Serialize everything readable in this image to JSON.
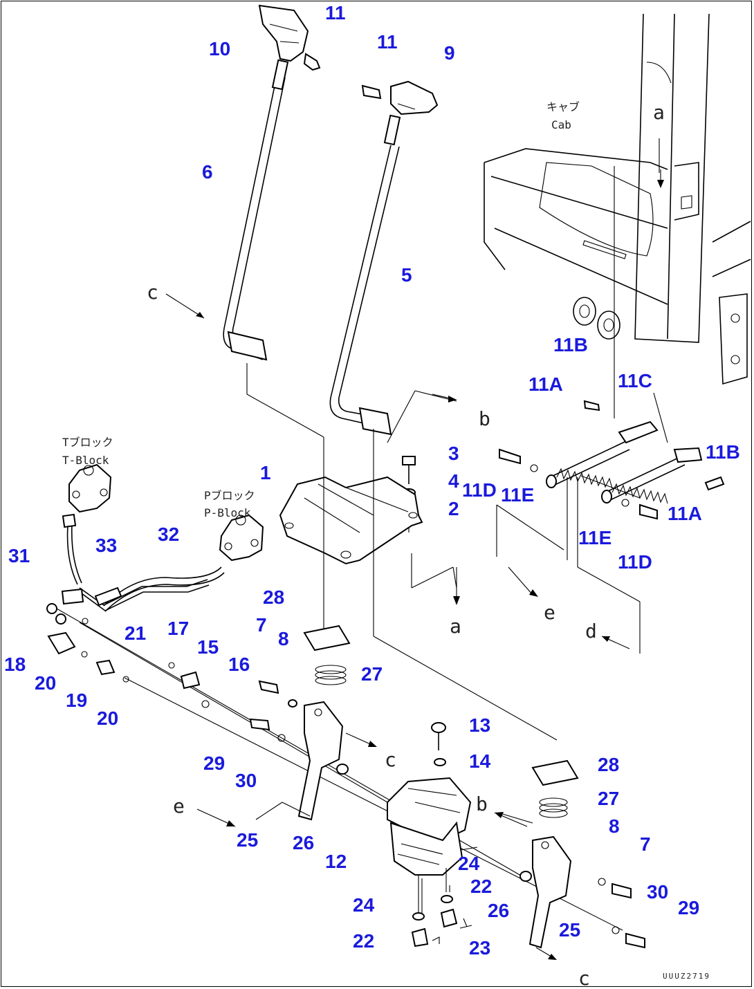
{
  "labels": {
    "n1": "1",
    "n2": "2",
    "n3": "3",
    "n4": "4",
    "n5": "5",
    "n6": "6",
    "n7a": "7",
    "n7b": "7",
    "n8a": "8",
    "n8b": "8",
    "n9": "9",
    "n10": "10",
    "n11a": "11",
    "n11b": "11",
    "n11A_a": "11A",
    "n11A_b": "11A",
    "n11B_a": "11B",
    "n11B_b": "11B",
    "n11C": "11C",
    "n11D_a": "11D",
    "n11D_b": "11D",
    "n11E_a": "11E",
    "n11E_b": "11E",
    "n12": "12",
    "n13": "13",
    "n14": "14",
    "n15": "15",
    "n16": "16",
    "n17": "17",
    "n18": "18",
    "n19": "19",
    "n20a": "20",
    "n20b": "20",
    "n21": "21",
    "n22a": "22",
    "n22b": "22",
    "n23": "23",
    "n24a": "24",
    "n24b": "24",
    "n25a": "25",
    "n25b": "25",
    "n26a": "26",
    "n26b": "26",
    "n27a": "27",
    "n27b": "27",
    "n28a": "28",
    "n28b": "28",
    "n29a": "29",
    "n29b": "29",
    "n30a": "30",
    "n30b": "30",
    "n31": "31",
    "n32": "32",
    "n33": "33"
  },
  "refs": {
    "a_top": "a",
    "a_bottom": "a",
    "b_top": "b",
    "b_bottom": "b",
    "c_top": "c",
    "c_mid": "c",
    "c_bottom": "c",
    "d": "d",
    "e_mid": "e",
    "e_left": "e"
  },
  "notes": {
    "cab_jp": "キャブ",
    "cab_en": "Cab",
    "tblock_jp": "Tブロック",
    "tblock_en": "T-Block",
    "pblock_jp": "Pブロック",
    "pblock_en": "P-Block"
  },
  "footer": "UUUZ2719"
}
